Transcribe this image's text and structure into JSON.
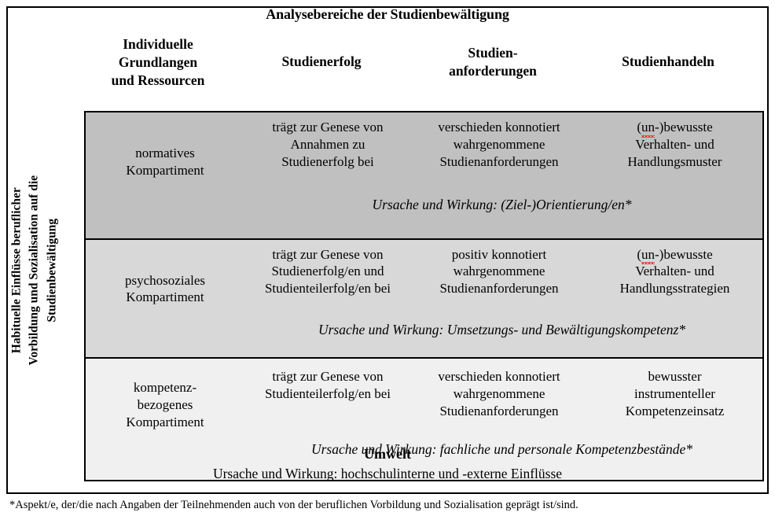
{
  "figure": {
    "top_title": "Analysebereiche der Studienbewältigung",
    "left_axis_label": {
      "line1": "Habituelle Einflüsse beruflicher",
      "line2": "Vorbildung und Sozialisation auf die",
      "line3": "Studienbewältigung"
    },
    "column_headers": [
      {
        "line1": "Individuelle",
        "line2": "Grundlangen",
        "line3": "und Ressourcen"
      },
      {
        "line1": "Studienerfolg",
        "line2": "",
        "line3": ""
      },
      {
        "line1": "Studien-",
        "line2": "anforderungen",
        "line3": ""
      },
      {
        "line1": "Studienhandeln",
        "line2": "",
        "line3": ""
      }
    ],
    "rows": [
      {
        "shade": "#c0c0c0",
        "compartment": {
          "line1": "normatives",
          "line2": "Kompartiment"
        },
        "studienerfolg": {
          "line1": "trägt zur Genese von",
          "line2": "Annahmen zu",
          "line3": "Studienerfolg bei"
        },
        "studienanforderungen": {
          "line1": "verschieden konnotiert",
          "line2": "wahrgenommene",
          "line3": "Studienanforderungen"
        },
        "studienhandeln": {
          "pre": "(",
          "spell": "un",
          "post": "-)bewusste",
          "line2": "Verhalten- und",
          "line3": "Handlungsmuster"
        },
        "note": "Ursache und Wirkung: (Ziel-)Orientierung/en*"
      },
      {
        "shade": "#d8d8d8",
        "compartment": {
          "line1": "psychosoziales",
          "line2": "Kompartiment"
        },
        "studienerfolg": {
          "line1": "trägt zur Genese von",
          "line2": "Studienerfolg/en und",
          "line3": "Studienteilerfolg/en bei"
        },
        "studienanforderungen": {
          "line1": "positiv konnotiert",
          "line2": "wahrgenommene",
          "line3": "Studienanforderungen"
        },
        "studienhandeln": {
          "pre": "(",
          "spell": "un",
          "post": "-)bewusste",
          "line2": "Verhalten- und",
          "line3": "Handlungsstrategien"
        },
        "note": "Ursache und Wirkung: Umsetzungs- und Bewältigungskompetenz*"
      },
      {
        "shade": "#f0f0f0",
        "compartment": {
          "line1": "kompetenz-",
          "line2": "bezogenes",
          "line3": "Kompartiment"
        },
        "studienerfolg": {
          "line1": "trägt zur Genese von",
          "line2": "Studienteilerfolg/en bei",
          "line3": ""
        },
        "studienanforderungen": {
          "line1": "verschieden konnotiert",
          "line2": "wahrgenommene",
          "line3": "Studienanforderungen"
        },
        "studienhandeln": {
          "pre": "",
          "spell": "",
          "post": "bewusster",
          "line2": "instrumenteller",
          "line3": "Kompetenzeinsatz"
        },
        "note": "Ursache und Wirkung: fachliche und personale Kompetenzbestände*"
      }
    ],
    "environment": {
      "title": "Umwelt",
      "subtitle": "Ursache und Wirkung: hochschulinterne und -externe Einflüsse"
    },
    "footnote": "*Aspekt/e, der/die nach Angaben der Teilnehmenden auch von der beruflichen Vorbildung und Sozialisation geprägt ist/sind."
  }
}
